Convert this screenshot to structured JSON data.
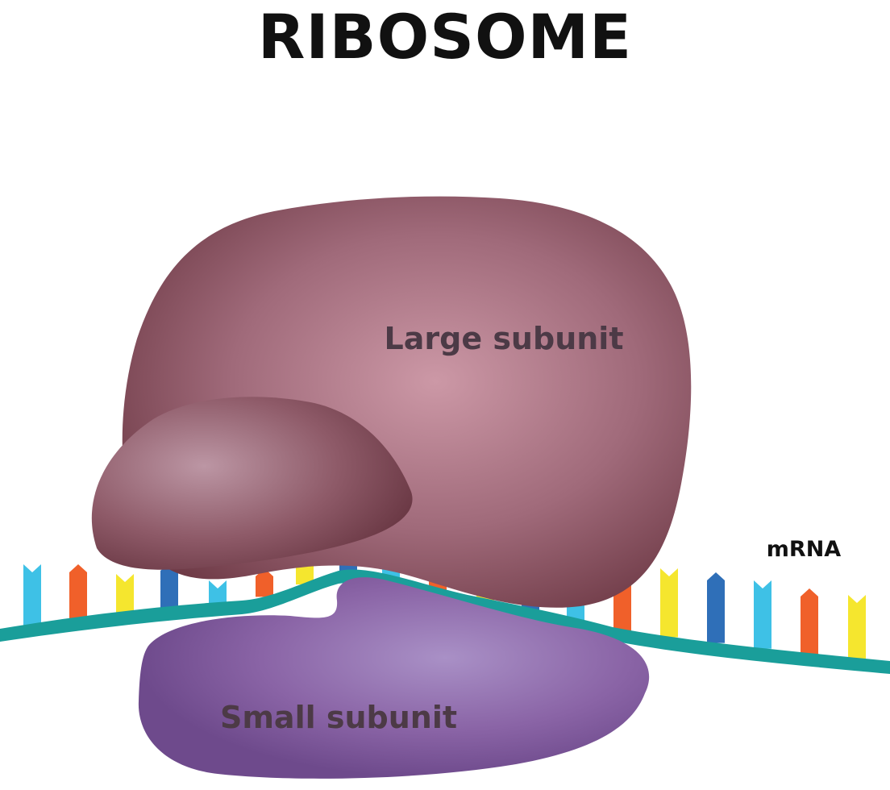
{
  "title": "RIBOSOME",
  "labels": {
    "large_subunit": "Large subunit",
    "small_subunit": "Small subunit",
    "mrna": "mRNA"
  },
  "colors": {
    "large_subunit": "#a06a7a",
    "large_subunit_dark": "#6e3a46",
    "small_subunit": "#8a64a6",
    "small_subunit_dark": "#6e4a8c",
    "mrna_strand": "#1a9e9a",
    "base_cyan": "#3ec1e6",
    "base_orange": "#f0602a",
    "base_yellow": "#f5e62e",
    "base_blue": "#2f6fb8"
  },
  "bases": [
    "cyan",
    "orange",
    "yellow",
    "blue",
    "cyan",
    "orange",
    "yellow",
    "blue",
    "cyan",
    "orange",
    "yellow",
    "blue",
    "cyan",
    "orange",
    "yellow",
    "blue",
    "cyan",
    "orange",
    "yellow"
  ]
}
